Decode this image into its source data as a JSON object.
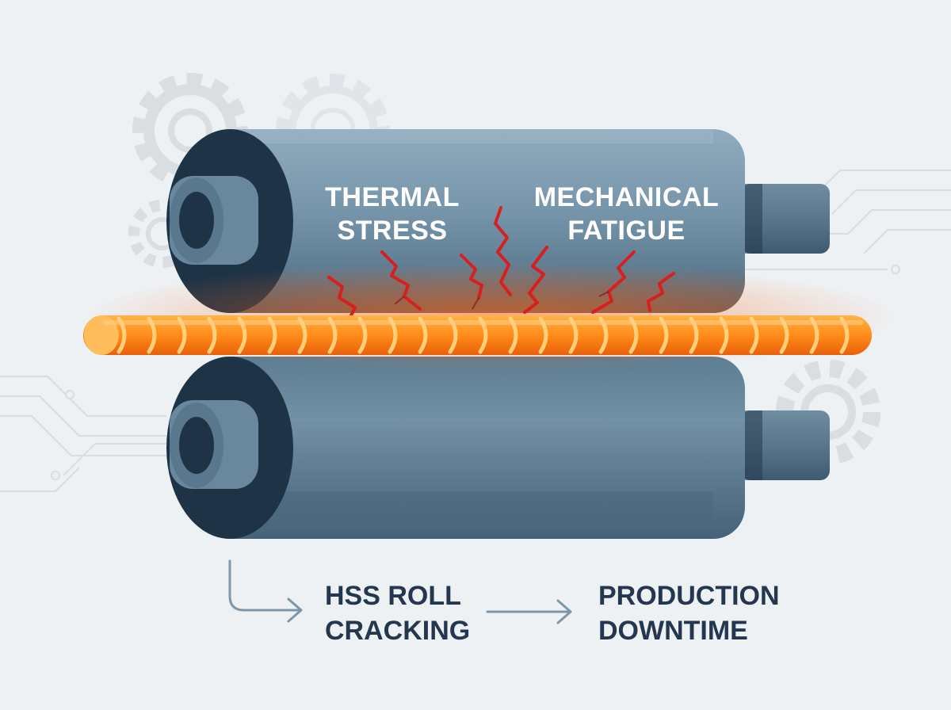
{
  "labels": {
    "thermal_stress": "THERMAL\nSTRESS",
    "mechanical_fatigue": "MECHANICAL\nFATIGUE",
    "hss_roll_cracking": "HSS ROLL\nCRACKING",
    "production_downtime": "PRODUCTION\nDOWNTIME"
  },
  "icons": [
    "gear-icon",
    "circuit-trace-icon",
    "crack-icon",
    "arrow-right-icon"
  ],
  "colors": {
    "background": "#eef1f4",
    "roll_light": "#87a5b8",
    "roll_mid": "#6b889c",
    "roll_dark": "#1f3347",
    "hot_rebar": "#ff8a1f",
    "crack": "#d61f1f",
    "flow_text": "#24374f",
    "arrow": "#7e97a8"
  }
}
